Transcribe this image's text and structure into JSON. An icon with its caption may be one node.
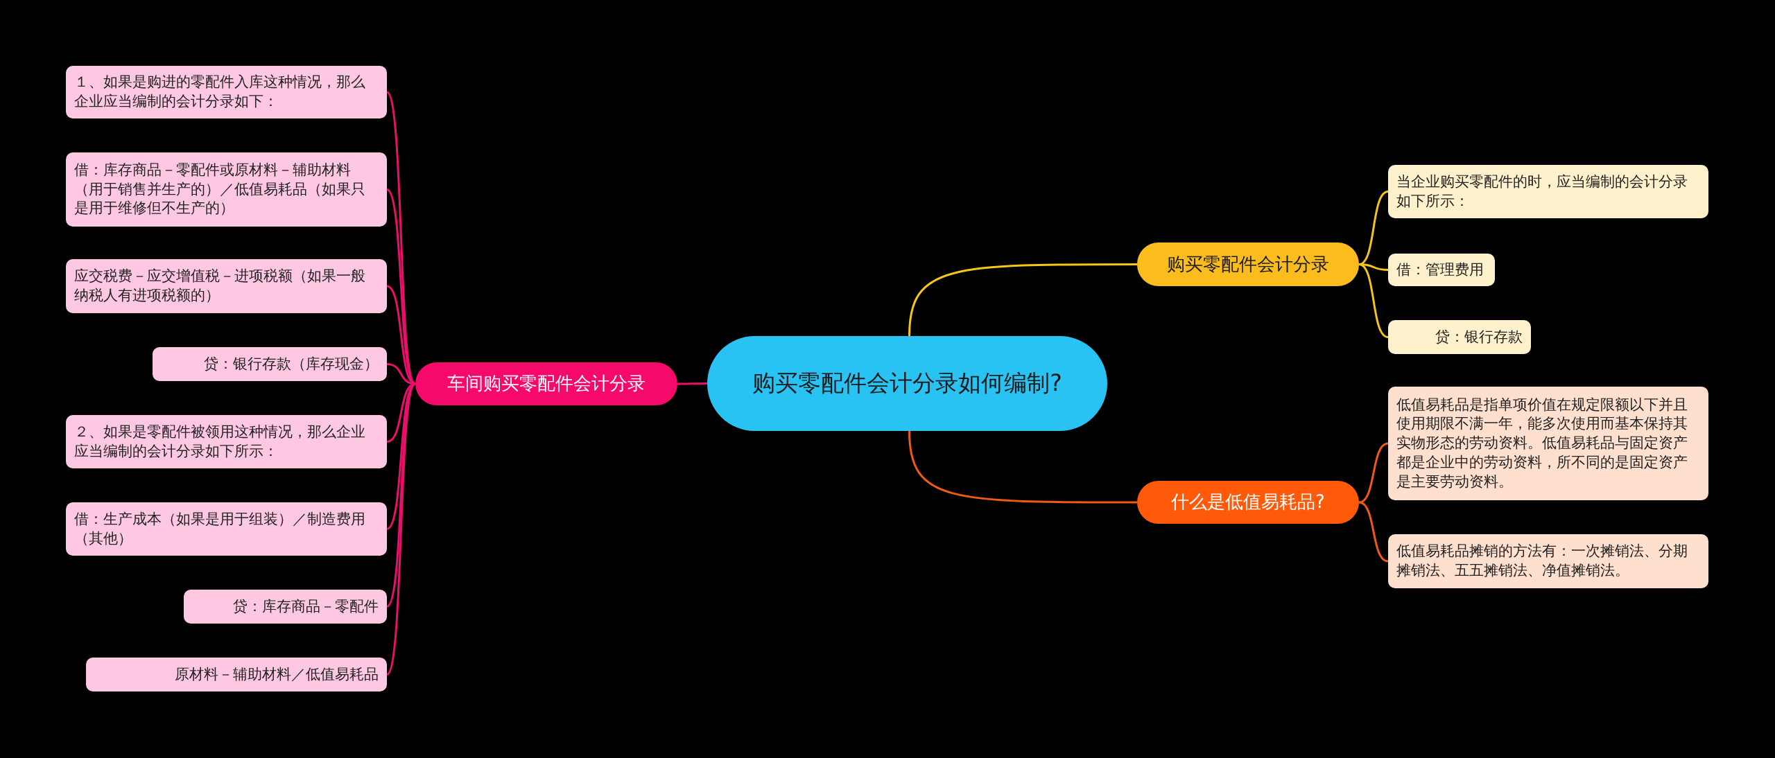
{
  "diagram": {
    "nodes": [
      {
        "text": [
          "购买零配件会计分录如何编制?"
        ]
      },
      {
        "text": [
          "车间购买零配件会计分录"
        ]
      },
      {
        "text": [
          "１、如果是购进的零配件入库这种情况，那么企业应当编制的会计分录如下："
        ]
      },
      {
        "text": [
          "借：库存商品－零配件或原材料－辅助材料（用于销售并生产的）／低值易耗品（如果只是用于维修但不生产的）"
        ]
      },
      {
        "text": [
          "应交税费－应交增值税－进项税额（如果一般纳税人有进项税额的）"
        ]
      },
      {
        "text": [
          "贷：银行存款（库存现金）"
        ]
      },
      {
        "text": [
          "２、如果是零配件被领用这种情况，那么企业应当编制的会计分录如下所示："
        ]
      },
      {
        "text": [
          "借：生产成本（如果是用于组装）／制造费用（其他）"
        ]
      },
      {
        "text": [
          "贷：库存商品－零配件"
        ]
      },
      {
        "text": [
          "原材料－辅助材料／低值易耗品"
        ]
      },
      {
        "text": [
          "购买零配件会计分录"
        ]
      },
      {
        "text": [
          "当企业购买零配件的时，应当编制的会计分录如下所示："
        ]
      },
      {
        "text": [
          "借：管理费用"
        ]
      },
      {
        "text": [
          "贷：银行存款"
        ]
      },
      {
        "text": [
          "什么是低值易耗品?"
        ]
      },
      {
        "text": [
          "低值易耗品是指单项价值在规定限额以下并且使用期限不满一年，能多次使用而基本保持其实物形态的劳动资料。低值易耗品与固定资产都是企业中的劳动资料，所不同的是固定资产是主要劳动资料。"
        ]
      },
      {
        "text": [
          "低值易耗品摊销的方法有：一次摊销法、分期摊销法、五五摊销法、净值摊销法。"
        ]
      }
    ],
    "edges": [
      {
        "from": 0,
        "to": 1,
        "arrow": "none"
      },
      {
        "from": 1,
        "to": 2,
        "arrow": "none"
      },
      {
        "from": 1,
        "to": 3,
        "arrow": "none"
      },
      {
        "from": 1,
        "to": 4,
        "arrow": "none"
      },
      {
        "from": 1,
        "to": 5,
        "arrow": "none"
      },
      {
        "from": 1,
        "to": 6,
        "arrow": "none"
      },
      {
        "from": 1,
        "to": 7,
        "arrow": "none"
      },
      {
        "from": 1,
        "to": 8,
        "arrow": "none"
      },
      {
        "from": 1,
        "to": 9,
        "arrow": "none"
      },
      {
        "from": 0,
        "to": 10,
        "arrow": "none",
        "color": "#f5c518"
      },
      {
        "from": 10,
        "to": 11,
        "arrow": "none",
        "color": "#f5c518"
      },
      {
        "from": 10,
        "to": 12,
        "arrow": "none",
        "color": "#f5c518"
      },
      {
        "from": 10,
        "to": 13,
        "arrow": "none",
        "color": "#f5c518"
      },
      {
        "from": 0,
        "to": 14,
        "arrow": "none",
        "color": "#f05a14"
      },
      {
        "from": 14,
        "to": 15,
        "arrow": "none",
        "color": "#f05a14"
      },
      {
        "from": 14,
        "to": 16,
        "arrow": "none",
        "color": "#f05a14"
      }
    ]
  }
}
